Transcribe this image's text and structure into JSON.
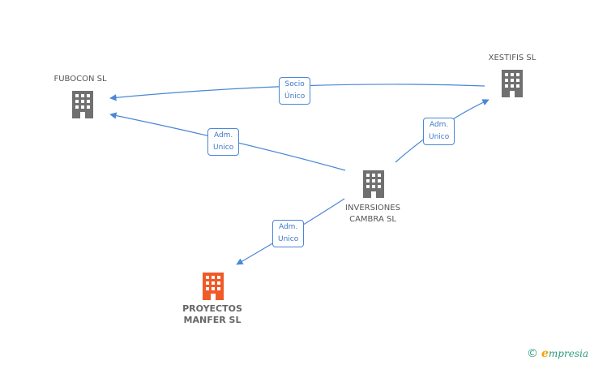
{
  "nodes": {
    "fubocon": {
      "label": "FUBOCON SL"
    },
    "xestifis": {
      "label": "XESTIFIS SL"
    },
    "inversiones": {
      "label_line1": "INVERSIONES",
      "label_line2": "CAMBRA SL"
    },
    "proyectos": {
      "label_line1": "PROYECTOS",
      "label_line2": "MANFER SL"
    }
  },
  "edges": {
    "xestifis_fubocon": {
      "line1": "Socio",
      "line2": "Único"
    },
    "inversiones_fubocon": {
      "line1": "Adm.",
      "line2": "Unico"
    },
    "inversiones_xestifis": {
      "line1": "Adm.",
      "line2": "Unico"
    },
    "inversiones_proyectos": {
      "line1": "Adm.",
      "line2": "Unico"
    }
  },
  "colors": {
    "edge": "#4a87d6",
    "node": "#707070",
    "target_node": "#f05a28"
  },
  "brand": {
    "copyright": "©",
    "e": "e",
    "rest": "mpresia"
  }
}
